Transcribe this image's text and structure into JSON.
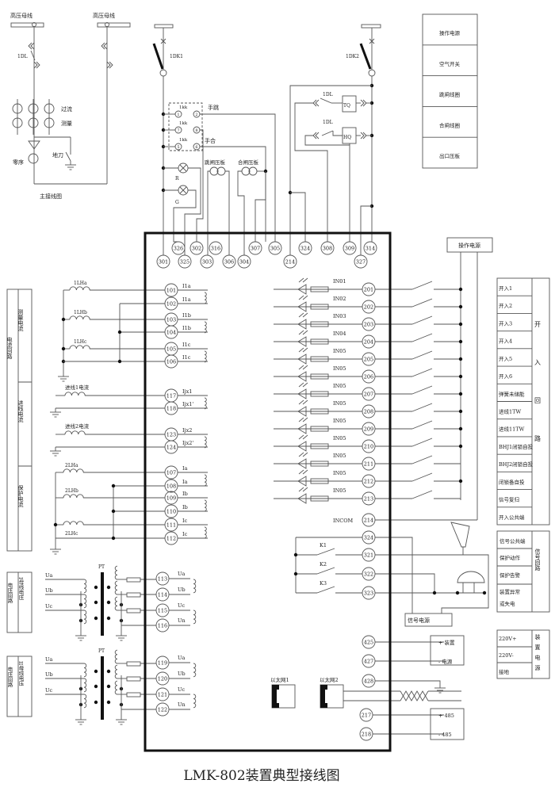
{
  "title": "LMK-802装置典型接线图",
  "main_wiring": {
    "bus_left": "高压母线",
    "bus_right": "高压母线",
    "breaker": "1DL",
    "ct_overcurrent": "过流",
    "ct_measure": "测量",
    "zero_seq": "零序",
    "earth_switch": "地刀",
    "caption": "主接线图"
  },
  "control": {
    "dk1": "1DK1",
    "dk2": "1DK2",
    "kk": [
      "1kk",
      "1kk",
      "1kk"
    ],
    "kk_contacts": [
      "1",
      "2",
      "7",
      "8",
      "5",
      "6"
    ],
    "manual_trip": "手跳",
    "manual_close": "手合",
    "lamp_r": "R",
    "lamp_g": "G",
    "trip_plate": "跳闸压板",
    "close_plate": "合闸压板",
    "dl_trip": "1DL",
    "dl_close": "1DL",
    "tq": "TQ",
    "hq": "HQ"
  },
  "legend_top": [
    "操作电源",
    "空气开关",
    "跳闸线圈",
    "合闸线圈",
    "出口压板"
  ],
  "top_terminals": {
    "upper": [
      "326",
      "302",
      "316",
      "307",
      "305",
      "324",
      "308",
      "309",
      "314"
    ],
    "lower": [
      "301",
      "325",
      "303",
      "306",
      "304",
      "214",
      "327"
    ]
  },
  "current": {
    "group": "电流回路",
    "sections": [
      "测量电流",
      "进线电流",
      "保护电流"
    ],
    "cts": [
      "1LHa",
      "1LHb",
      "1LHc",
      "进线1电流",
      "进线2电流",
      "2LHa",
      "2LHb",
      "2LHc"
    ],
    "terminals": [
      {
        "no": "101",
        "label": "I1a"
      },
      {
        "no": "102",
        "label": "I1a"
      },
      {
        "no": "103",
        "label": "I1b"
      },
      {
        "no": "104",
        "label": "I1b"
      },
      {
        "no": "105",
        "label": "I1c"
      },
      {
        "no": "106",
        "label": "I1c"
      },
      {
        "no": "117",
        "label": "Ijx1"
      },
      {
        "no": "118",
        "label": "Ijx1'"
      },
      {
        "no": "123",
        "label": "Ijx2"
      },
      {
        "no": "124",
        "label": "Ijx2'"
      },
      {
        "no": "107",
        "label": "Ia"
      },
      {
        "no": "108",
        "label": "Ia"
      },
      {
        "no": "109",
        "label": "Ib"
      },
      {
        "no": "110",
        "label": "Ib"
      },
      {
        "no": "111",
        "label": "Ic"
      },
      {
        "no": "112",
        "label": "Ic"
      }
    ]
  },
  "voltage": [
    {
      "group": "电压回路",
      "section": "I母线电压",
      "pt": "PT",
      "inputs": [
        "Ua",
        "Ub",
        "Uc"
      ],
      "terminals": [
        {
          "no": "113",
          "label": "Ua"
        },
        {
          "no": "114",
          "label": "Ub"
        },
        {
          "no": "115",
          "label": "Uc"
        },
        {
          "no": "116",
          "label": "Un"
        }
      ]
    },
    {
      "group": "电压回路",
      "section": "II母线电压",
      "pt": "PT",
      "inputs": [
        "Ua",
        "Ub",
        "Uc"
      ],
      "terminals": [
        {
          "no": "119",
          "label": "Ua"
        },
        {
          "no": "120",
          "label": "Ub"
        },
        {
          "no": "121",
          "label": "Uc"
        },
        {
          "no": "122",
          "label": "Un"
        }
      ]
    }
  ],
  "inputs": {
    "op_power": "操作电源",
    "rows": [
      {
        "no": "201",
        "label": "IN01"
      },
      {
        "no": "202",
        "label": "IN02"
      },
      {
        "no": "203",
        "label": "IN03"
      },
      {
        "no": "204",
        "label": "IN04"
      },
      {
        "no": "205",
        "label": "IN05"
      },
      {
        "no": "206",
        "label": "IN05"
      },
      {
        "no": "207",
        "label": "IN05"
      },
      {
        "no": "208",
        "label": "IN05"
      },
      {
        "no": "209",
        "label": "IN05"
      },
      {
        "no": "210",
        "label": "IN05"
      },
      {
        "no": "211",
        "label": "IN05"
      },
      {
        "no": "212",
        "label": "IN05"
      },
      {
        "no": "213",
        "label": "IN05"
      }
    ],
    "com": {
      "no": "214",
      "label": "INCOM"
    }
  },
  "input_table": {
    "group": "开入回路",
    "rows": [
      "开入1",
      "开入2",
      "开入3",
      "开入4",
      "开入5",
      "开入6",
      "弹簧未储能",
      "进线1TW",
      "进线11TW",
      "BHJ1闭锁自投",
      "BHJ2闭锁自投",
      "闭锁备自投",
      "信号复归",
      "开入公共端"
    ]
  },
  "signal": {
    "terminals": [
      {
        "no": "324",
        "label": ""
      },
      {
        "no": "321",
        "label": "K1"
      },
      {
        "no": "322",
        "label": "K2"
      },
      {
        "no": "323",
        "label": "K3"
      }
    ],
    "power": "信号电源",
    "table": {
      "group": "信号回路",
      "rows": [
        "信号公共端",
        "保护动作",
        "保护告警",
        "装置异常",
        "或失电"
      ]
    }
  },
  "power": {
    "terminals": [
      "425",
      "427",
      "428"
    ],
    "box": [
      "+ 装置",
      "- 电源"
    ],
    "table": {
      "group": "装置电源",
      "rows": [
        "220V+",
        "220V-",
        "接地"
      ]
    }
  },
  "comm": {
    "eth1": "以太网1",
    "eth2": "以太网2",
    "terminals": [
      "217",
      "218"
    ],
    "box": [
      "+ 485",
      "- 485"
    ]
  }
}
